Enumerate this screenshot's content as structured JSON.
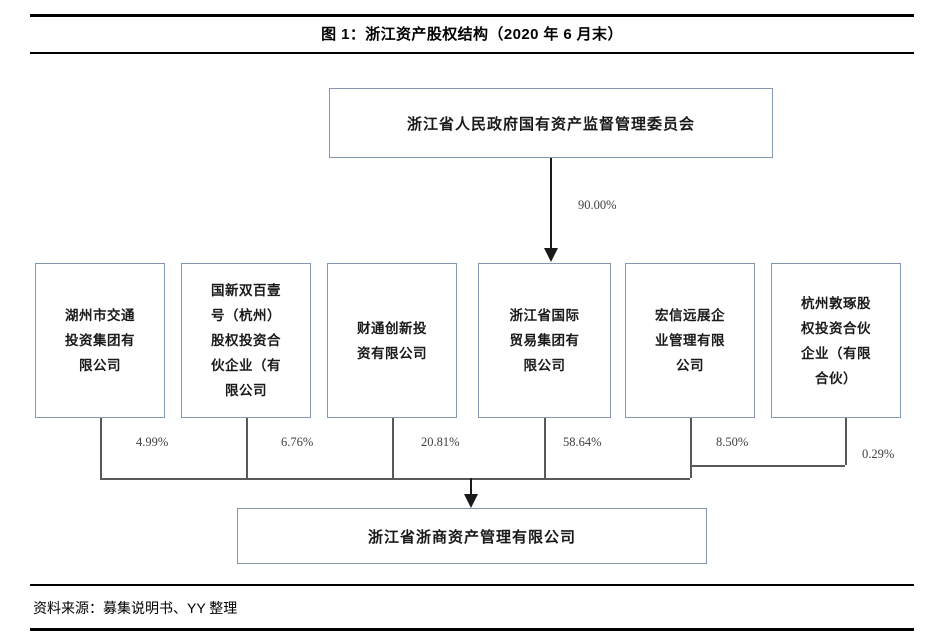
{
  "title": "图 1：浙江资产股权结构（2020 年 6 月末）",
  "source": "资料来源：募集说明书、YY 整理",
  "colors": {
    "box_border": "#8497B0",
    "connector": "#595959",
    "arrow": "#1a1a1a",
    "rule": "#000000"
  },
  "chart_data": {
    "type": "diagram",
    "title": "图 1：浙江资产股权结构（2020 年 6 月末）",
    "diagram_kind": "ownership-structure-tree",
    "root": {
      "name": "浙江省人民政府国有资产监督管理委员会",
      "owns": {
        "target": "浙江省国际贸易集团有限公司",
        "pct": "90.00%"
      }
    },
    "target_company": "浙江省浙商资产管理有限公司",
    "shareholders": [
      {
        "name": "湖州市交通投资集团有限公司",
        "lines": [
          "湖州市交通",
          "投资集团有",
          "限公司"
        ],
        "pct": "4.99%"
      },
      {
        "name": "国新双百壹号（杭州）股权投资合伙企业（有限公司",
        "lines": [
          "国新双百壹",
          "号（杭州）",
          "股权投资合",
          "伙企业（有",
          "限公司"
        ],
        "pct": "6.76%"
      },
      {
        "name": "财通创新投资有限公司",
        "lines": [
          "财通创新投",
          "资有限公司"
        ],
        "pct": "20.81%"
      },
      {
        "name": "浙江省国际贸易集团有限公司",
        "lines": [
          "浙江省国际",
          "贸易集团有",
          "限公司"
        ],
        "pct": "58.64%"
      },
      {
        "name": "宏信远展企业管理有限公司",
        "lines": [
          "宏信远展企",
          "业管理有限",
          "公司"
        ],
        "pct": "8.50%"
      },
      {
        "name": "杭州敦琢股权投资合伙企业（有限合伙）",
        "lines": [
          "杭州敦琢股",
          "权投资合伙",
          "企业（有限",
          "合伙）"
        ],
        "pct": "0.29%"
      }
    ],
    "sasac_pct_label": "90.00%"
  }
}
